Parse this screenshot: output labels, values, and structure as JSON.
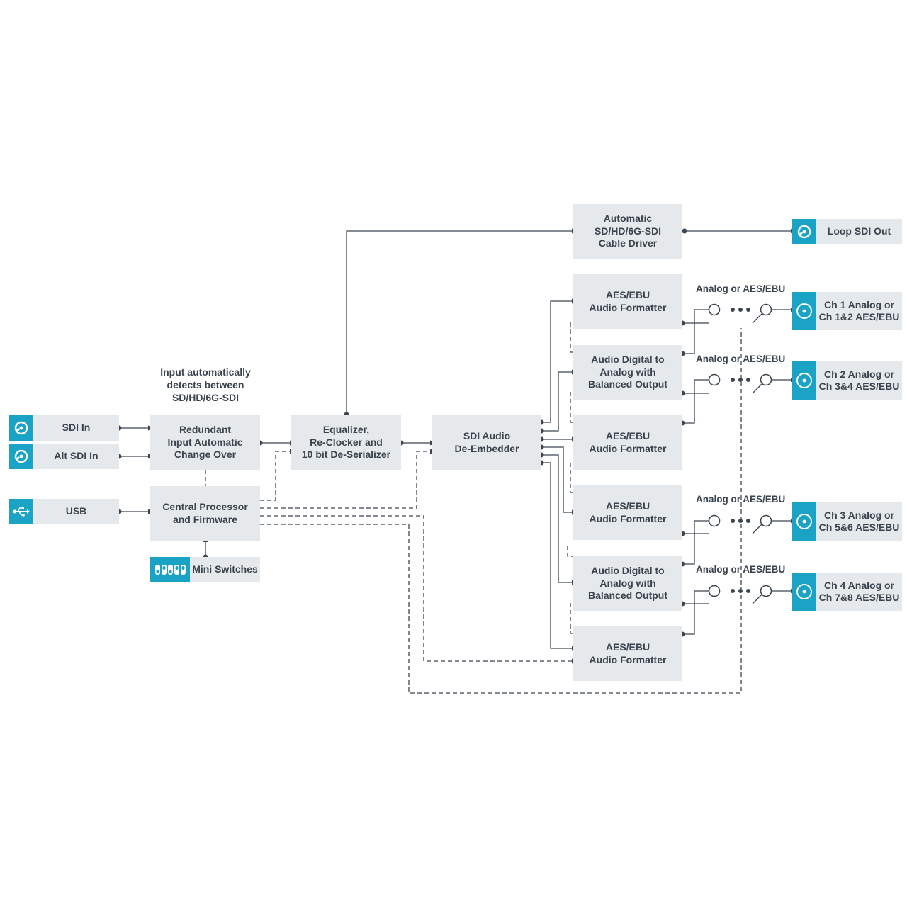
{
  "blocks": {
    "redundant": "Redundant\nInput Automatic\nChange Over",
    "central": "Central Processor\nand Firmware",
    "equalizer": "Equalizer,\nRe-Clocker and\n10 bit De-Serializer",
    "deembedder": "SDI Audio\nDe-Embedder",
    "cable_driver": "Automatic\nSD/HD/6G-SDI\nCable Driver",
    "aes1": "AES/EBU\nAudio Formatter",
    "dac1": "Audio Digital to\nAnalog with\nBalanced Output",
    "aes2": "AES/EBU\nAudio Formatter",
    "aes3": "AES/EBU\nAudio Formatter",
    "dac2": "Audio Digital to\nAnalog with\nBalanced Output",
    "aes4": "AES/EBU\nAudio Formatter"
  },
  "inputs": {
    "sdi_in": "SDI In",
    "alt_sdi_in": "Alt SDI In",
    "usb": "USB",
    "mini_switches": "Mini Switches"
  },
  "outputs": {
    "loop": "Loop SDI Out",
    "ch1": "Ch 1 Analog or\nCh 1&2 AES/EBU",
    "ch2": "Ch 2 Analog or\nCh 3&4 AES/EBU",
    "ch3": "Ch 3 Analog or\nCh 5&6 AES/EBU",
    "ch4": "Ch 4 Analog or\nCh 7&8 AES/EBU"
  },
  "notes": {
    "input_detect": "Input automatically\ndetects between\nSD/HD/6G-SDI",
    "switch_label": "Analog or AES/EBU"
  },
  "colors": {
    "accent": "#1ba3c6",
    "block": "#e6e9ec",
    "line": "#3c4650"
  },
  "icons": {
    "sdi": "bnc-connector-icon",
    "usb": "usb-icon",
    "switches": "dip-switch-icon",
    "output": "xlr-connector-icon"
  }
}
